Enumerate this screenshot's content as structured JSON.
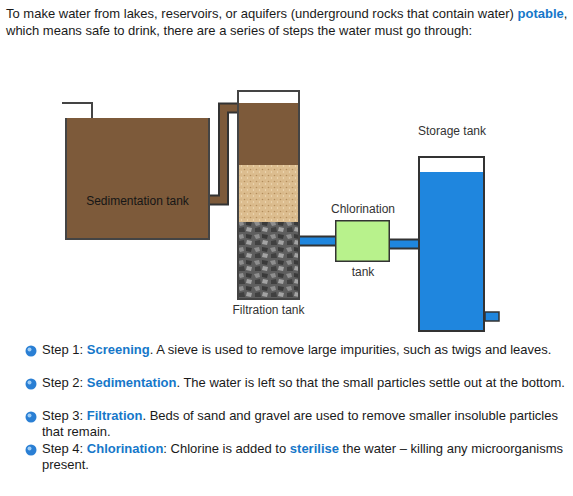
{
  "diagram": {
    "nodes": [
      {
        "text": [
          "Sedimentation tank"
        ]
      },
      {
        "text": [
          "Filtration tank"
        ]
      },
      {
        "text": [
          "Chlorination",
          "tank"
        ]
      },
      {
        "text": [
          "Storage tank"
        ]
      }
    ],
    "edges": [
      {
        "from": 0,
        "to": 1,
        "arrow": "none"
      },
      {
        "from": 1,
        "to": 2,
        "arrow": "none"
      },
      {
        "from": 2,
        "to": 3,
        "arrow": "none"
      }
    ],
    "labels": [
      "To make water from lakes, reservoirs, or aquifers (underground rocks that contain water) ",
      "potable",
      ", which means safe to drink, there are a series of steps the water must go through:",
      "Step 1: ",
      "Screening",
      ". A sieve is used to remove large impurities, such as twigs and leaves.",
      "Step 2: ",
      "Sedimentation",
      ". The water is left so that the small particles settle out at the bottom.",
      "Step 3: ",
      "Filtration",
      ". Beds of sand and gravel are used to remove smaller insoluble particles that remain.",
      "Step 4: ",
      "Chlorination",
      ": Chlorine is added to ",
      "sterilise",
      " the water – killing any microorganisms present."
    ]
  }
}
